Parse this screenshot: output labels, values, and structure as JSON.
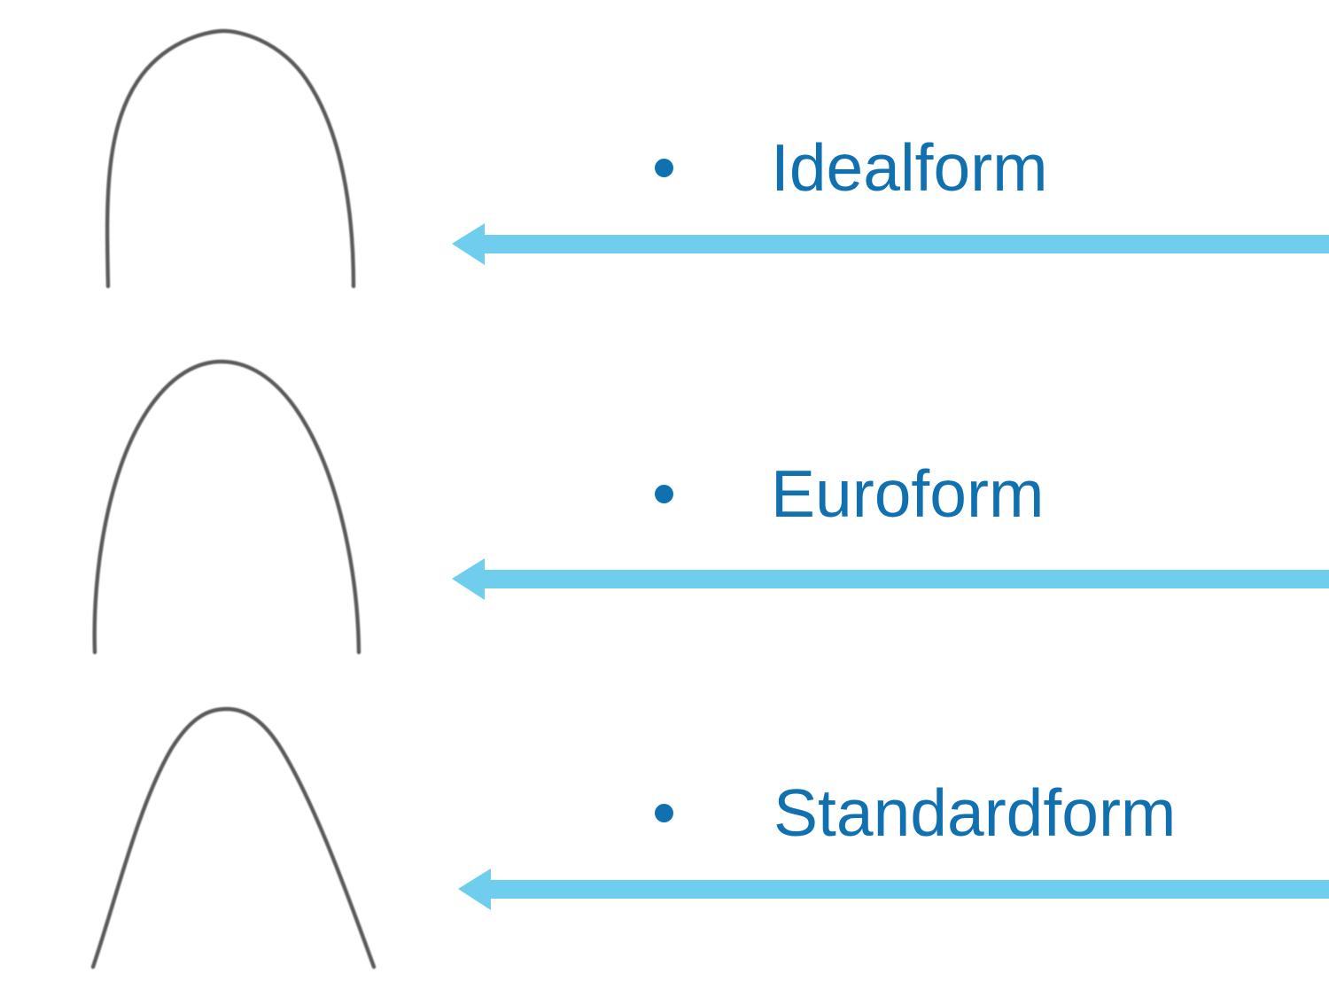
{
  "slide": {
    "background_color": "#ffffff",
    "title": "",
    "accent_text_color": "#1070b0",
    "arrow_color": "#6fcdee",
    "wire_color": "#5a5a5a"
  },
  "rows": [
    {
      "id": "idealform",
      "label": "Idealform",
      "bullet": "•",
      "arrow_icon": "arrow-left-icon",
      "arrow_direction": "left",
      "wire_icon": "archwire-idealform-icon",
      "wire_shape_description": "tall square/rounded U archform"
    },
    {
      "id": "euroform",
      "label": "Euroform",
      "bullet": "•",
      "arrow_icon": "arrow-left-icon",
      "arrow_direction": "left",
      "wire_icon": "archwire-euroform-icon",
      "wire_shape_description": "ovoid parabolic archform"
    },
    {
      "id": "standardform",
      "label": "Standardform",
      "bullet": "•",
      "arrow_icon": "arrow-left-icon",
      "arrow_direction": "left",
      "wire_icon": "archwire-standardform-icon",
      "wire_shape_description": "tapered V shaped archform with flared legs"
    }
  ]
}
